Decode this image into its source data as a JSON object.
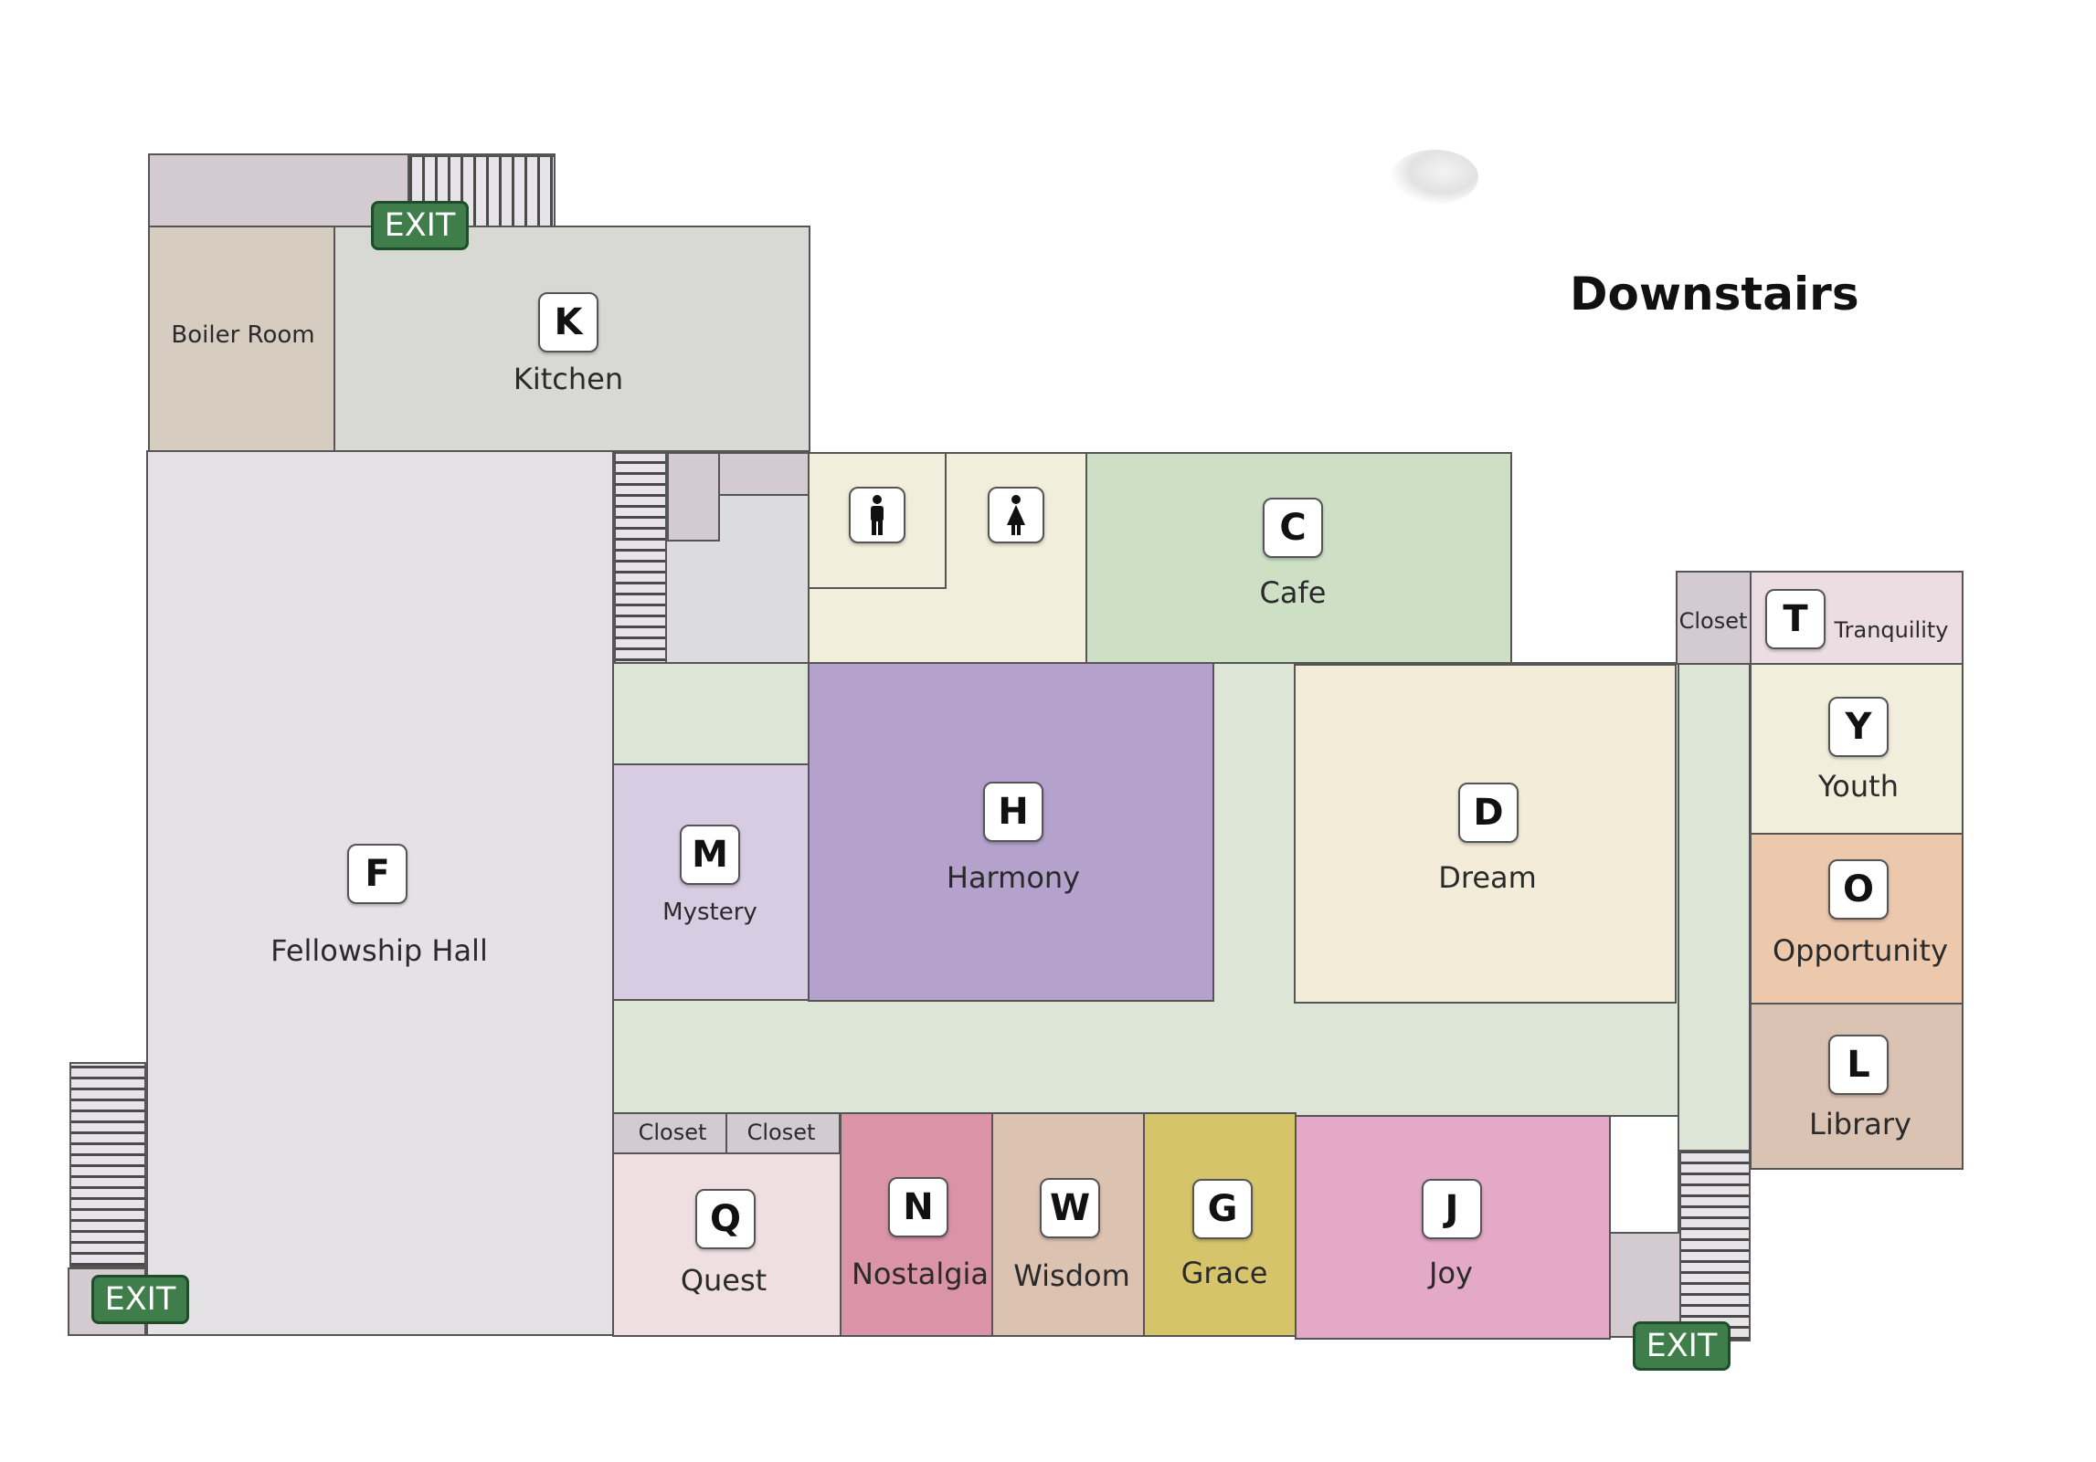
{
  "title": "Downstairs",
  "exits": [
    "EXIT",
    "EXIT",
    "EXIT"
  ],
  "rooms": {
    "boiler": {
      "name": "Boiler Room"
    },
    "kitchen": {
      "letter": "K",
      "name": "Kitchen"
    },
    "fellowship": {
      "letter": "F",
      "name": "Fellowship  Hall"
    },
    "mystery": {
      "letter": "M",
      "name": "Mystery"
    },
    "harmony": {
      "letter": "H",
      "name": "Harmony"
    },
    "cafe": {
      "letter": "C",
      "name": "Cafe"
    },
    "dream": {
      "letter": "D",
      "name": "Dream"
    },
    "tranquility": {
      "letter": "T",
      "name": "Tranquility"
    },
    "youth": {
      "letter": "Y",
      "name": "Youth"
    },
    "opportunity": {
      "letter": "O",
      "name": "Opportunity"
    },
    "library": {
      "letter": "L",
      "name": "Library"
    },
    "quest": {
      "letter": "Q",
      "name": "Quest"
    },
    "nostalgia": {
      "letter": "N",
      "name": "Nostalgia"
    },
    "wisdom": {
      "letter": "W",
      "name": "Wisdom"
    },
    "grace": {
      "letter": "G",
      "name": "Grace"
    },
    "joy": {
      "letter": "J",
      "name": "Joy"
    }
  },
  "closets": [
    "Closet",
    "Closet",
    "Closet"
  ],
  "restroom_icons": [
    "mens-restroom-icon",
    "womens-restroom-icon"
  ],
  "colors": {
    "corridor": "#dde6d6",
    "fellowship": "#e5e2e6",
    "cafe": "#cde0c6",
    "harmony": "#b4a2cc",
    "dream": "#f3ecd8",
    "mystery": "#d8cce2",
    "nostalgia": "#db93a8",
    "wisdom": "#dcc2b0",
    "grace": "#d5c46a",
    "joy": "#e5a9c8",
    "opportunity": "#ecc8ad",
    "library": "#dbc3b3",
    "exit": "#3f7d4a"
  }
}
